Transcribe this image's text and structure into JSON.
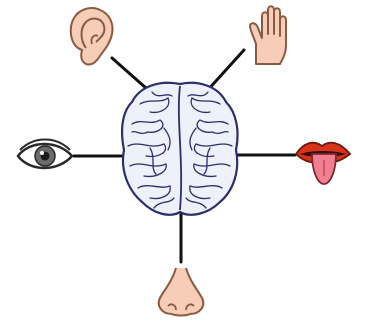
{
  "diagram": {
    "center": {
      "icon": "brain-icon"
    },
    "senses": [
      {
        "id": "hearing",
        "icon": "ear-icon"
      },
      {
        "id": "touch",
        "icon": "hand-icon"
      },
      {
        "id": "sight",
        "icon": "eye-icon"
      },
      {
        "id": "taste",
        "icon": "mouth-tongue-icon"
      },
      {
        "id": "smell",
        "icon": "nose-icon"
      }
    ],
    "colors": {
      "line": "#111111",
      "skin": "#f6cdb6",
      "skin_outline": "#8a5a44",
      "brain_fill": "#eef0fa",
      "brain_line": "#2b2f6b",
      "iris": "#6b6b6b",
      "lips": "#d8321a",
      "tongue": "#f27f91"
    }
  }
}
